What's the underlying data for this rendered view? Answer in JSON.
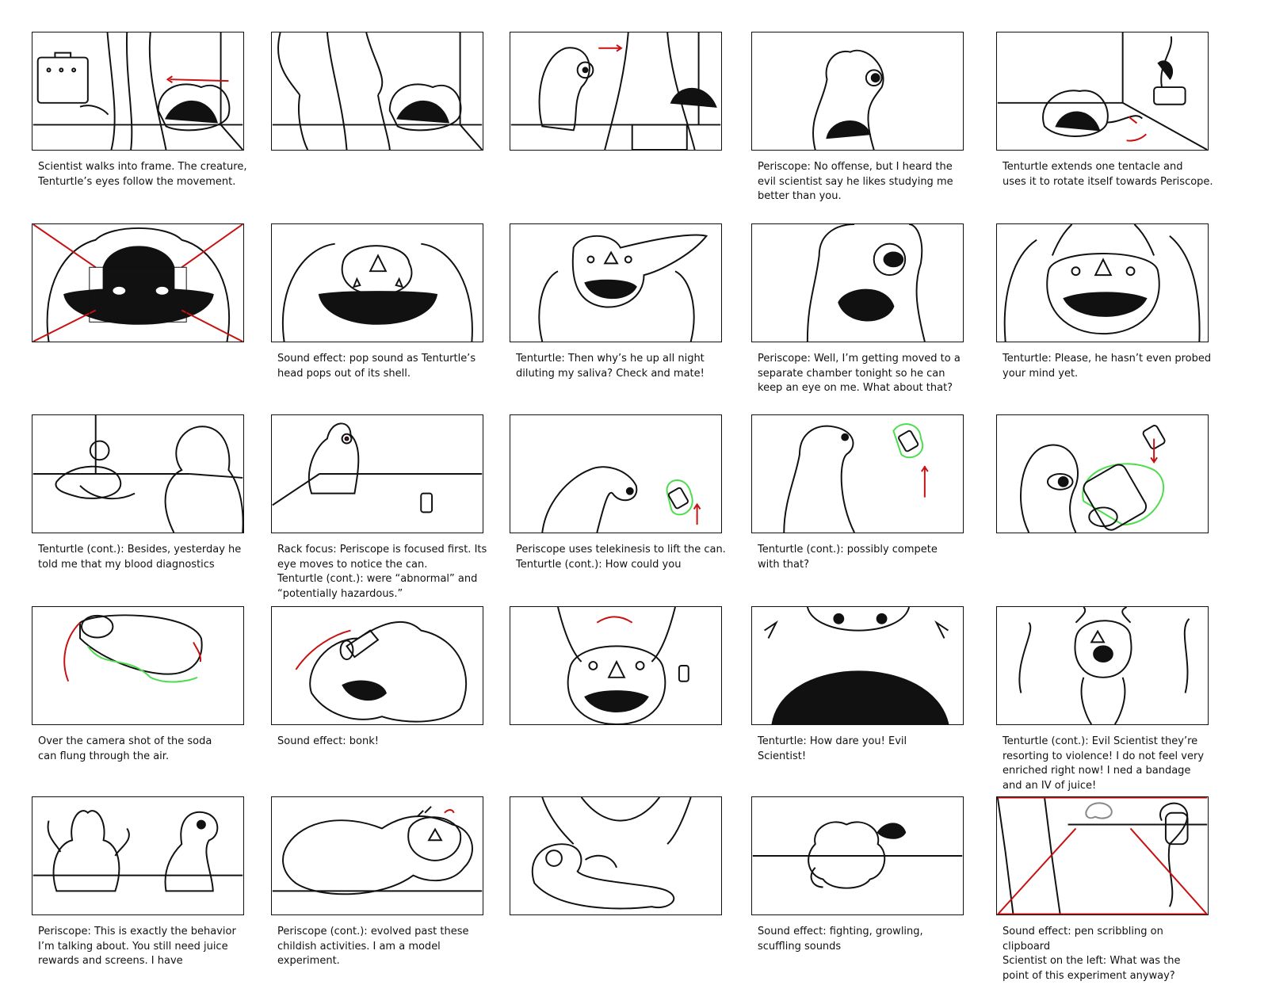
{
  "colors": {
    "ink": "#111111",
    "arrow": "#c81010",
    "glow": "#4ddc4d"
  },
  "panels": [
    {
      "caption": "Scientist walks into frame. The creature,\nTenturtle’s eyes follow the movement."
    },
    {
      "caption": ""
    },
    {
      "caption": ""
    },
    {
      "caption": "Periscope: No offense, but I heard the\nevil scientist say he likes studying me\nbetter than you."
    },
    {
      "caption": "Tenturtle extends one tentacle and\nuses it to rotate itself towards Periscope."
    },
    {
      "caption": ""
    },
    {
      "caption": "Sound effect: pop sound as Tenturtle’s\nhead pops out of its shell."
    },
    {
      "caption": "Tenturtle: Then why’s he up all night\ndiluting my saliva? Check and mate!"
    },
    {
      "caption": "Periscope: Well, I’m getting moved to a\nseparate chamber tonight so he can\nkeep an eye on me. What about that?"
    },
    {
      "caption": "Tenturtle: Please, he hasn’t even probed\nyour mind yet."
    },
    {
      "caption": "Tenturtle (cont.): Besides, yesterday he\ntold me that my blood diagnostics"
    },
    {
      "caption": "Rack focus: Periscope is focused first. Its\neye moves to notice the can.\nTenturtle (cont.): were “abnormal” and\n“potentially hazardous.”"
    },
    {
      "caption": "Periscope uses telekinesis to lift the can.\nTenturtle (cont.): How could you"
    },
    {
      "caption": "Tenturtle (cont.): possibly compete\nwith that?"
    },
    {
      "caption": ""
    },
    {
      "caption": "Over the camera shot of the soda\ncan flung through the air."
    },
    {
      "caption": "Sound effect: bonk!"
    },
    {
      "caption": ""
    },
    {
      "caption": "Tenturtle: How dare you! Evil\nScientist!"
    },
    {
      "caption": "Tenturtle (cont.): Evil Scientist they’re\nresorting to violence! I do not feel very\nenriched right now! I ned a bandage\nand an IV of juice!"
    },
    {
      "caption": "Periscope: This is exactly the behavior\nI’m talking about. You still need juice\nrewards and screens. I have"
    },
    {
      "caption": "Periscope (cont.): evolved past these\nchildish activities. I am a model\nexperiment."
    },
    {
      "caption": ""
    },
    {
      "caption": "Sound effect: fighting, growling,\nscuffling sounds"
    },
    {
      "caption": "Sound effect: pen scribbling on\nclipboard\nScientist on the left: What was the\npoint of this experiment anyway?"
    }
  ]
}
